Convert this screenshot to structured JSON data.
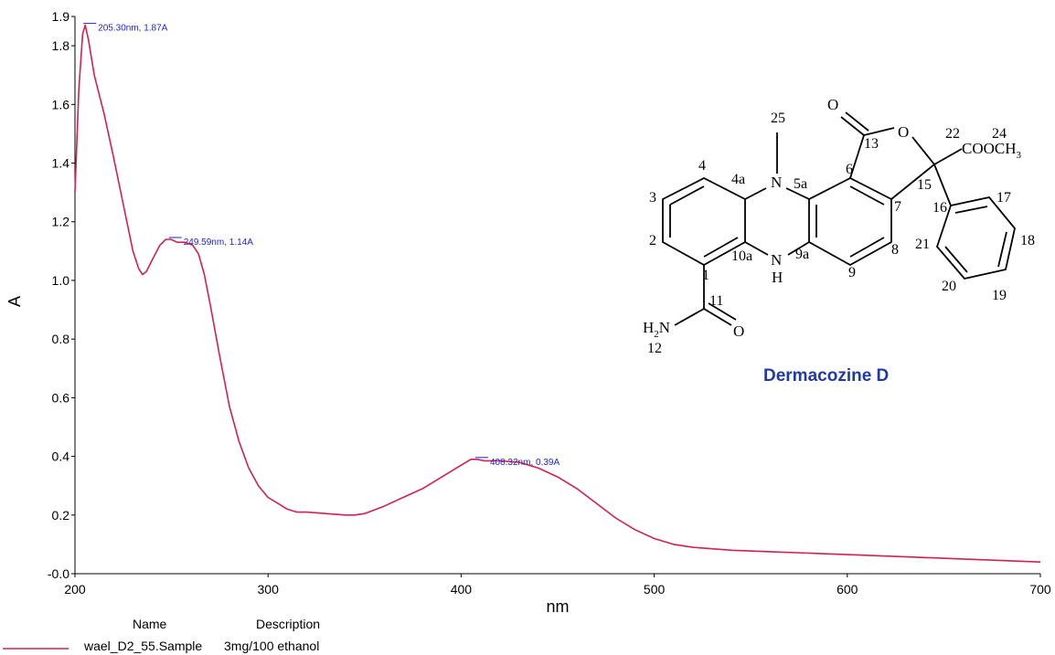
{
  "chart_data": {
    "type": "line",
    "xlabel": "nm",
    "ylabel": "A",
    "xlim": [
      200,
      700
    ],
    "ylim": [
      0,
      1.9
    ],
    "x_ticks": [
      200,
      300,
      400,
      500,
      600,
      700
    ],
    "y_ticks": [
      "-0.0",
      "0.2",
      "0.4",
      "0.6",
      "0.8",
      "1.0",
      "1.2",
      "1.4",
      "1.6",
      "1.8",
      "1.9"
    ],
    "grid": false,
    "series": [
      {
        "color": "#d4204f",
        "x": [
          200,
          202,
          204,
          205.3,
          207,
          210,
          215,
          220,
          225,
          230,
          233,
          235,
          237,
          240,
          244,
          247,
          249.6,
          253,
          257,
          261,
          264,
          267,
          270,
          275,
          280,
          285,
          290,
          295,
          300,
          305,
          310,
          315,
          320,
          330,
          340,
          345,
          350,
          360,
          370,
          380,
          390,
          400,
          405,
          408.3,
          412,
          420,
          430,
          440,
          450,
          460,
          470,
          480,
          490,
          500,
          510,
          520,
          540,
          560,
          580,
          600,
          620,
          640,
          660,
          680,
          700
        ],
        "y": [
          1.3,
          1.65,
          1.84,
          1.87,
          1.82,
          1.7,
          1.57,
          1.42,
          1.26,
          1.1,
          1.04,
          1.02,
          1.03,
          1.07,
          1.12,
          1.14,
          1.14,
          1.13,
          1.13,
          1.12,
          1.09,
          1.02,
          0.92,
          0.74,
          0.57,
          0.45,
          0.36,
          0.3,
          0.26,
          0.24,
          0.22,
          0.21,
          0.21,
          0.205,
          0.2,
          0.2,
          0.205,
          0.23,
          0.26,
          0.29,
          0.33,
          0.37,
          0.39,
          0.39,
          0.385,
          0.385,
          0.38,
          0.36,
          0.33,
          0.29,
          0.24,
          0.19,
          0.15,
          0.12,
          0.1,
          0.09,
          0.08,
          0.075,
          0.07,
          0.065,
          0.06,
          0.055,
          0.05,
          0.045,
          0.04
        ]
      }
    ],
    "annotations": [
      {
        "x": 205.3,
        "y": 1.87,
        "text": "205.30nm, 1.87A"
      },
      {
        "x": 249.59,
        "y": 1.14,
        "text": "249.59nm, 1.14A"
      },
      {
        "x": 408.32,
        "y": 0.39,
        "text": "408.32nm, 0.39A"
      }
    ]
  },
  "structure": {
    "compound_name": "Dermacozine D",
    "numbers": [
      "25",
      "4",
      "4a",
      "5a",
      "6",
      "13",
      "22",
      "24",
      "3",
      "15",
      "7",
      "16",
      "17",
      "2",
      "21",
      "18",
      "8",
      "10a",
      "9a",
      "1",
      "9",
      "20",
      "19",
      "11",
      "12"
    ],
    "atoms": [
      "O",
      "O",
      "N",
      "N",
      "H",
      "O"
    ],
    "group_text": "COOCH",
    "group_sub": "3",
    "amide_h": "H",
    "amide_sub": "2",
    "amide_n": "N"
  },
  "legend": {
    "header_name": "Name",
    "header_description": "Description",
    "row_name": "wael_D2_55.Sample",
    "row_description": "3mg/100 ethanol"
  }
}
